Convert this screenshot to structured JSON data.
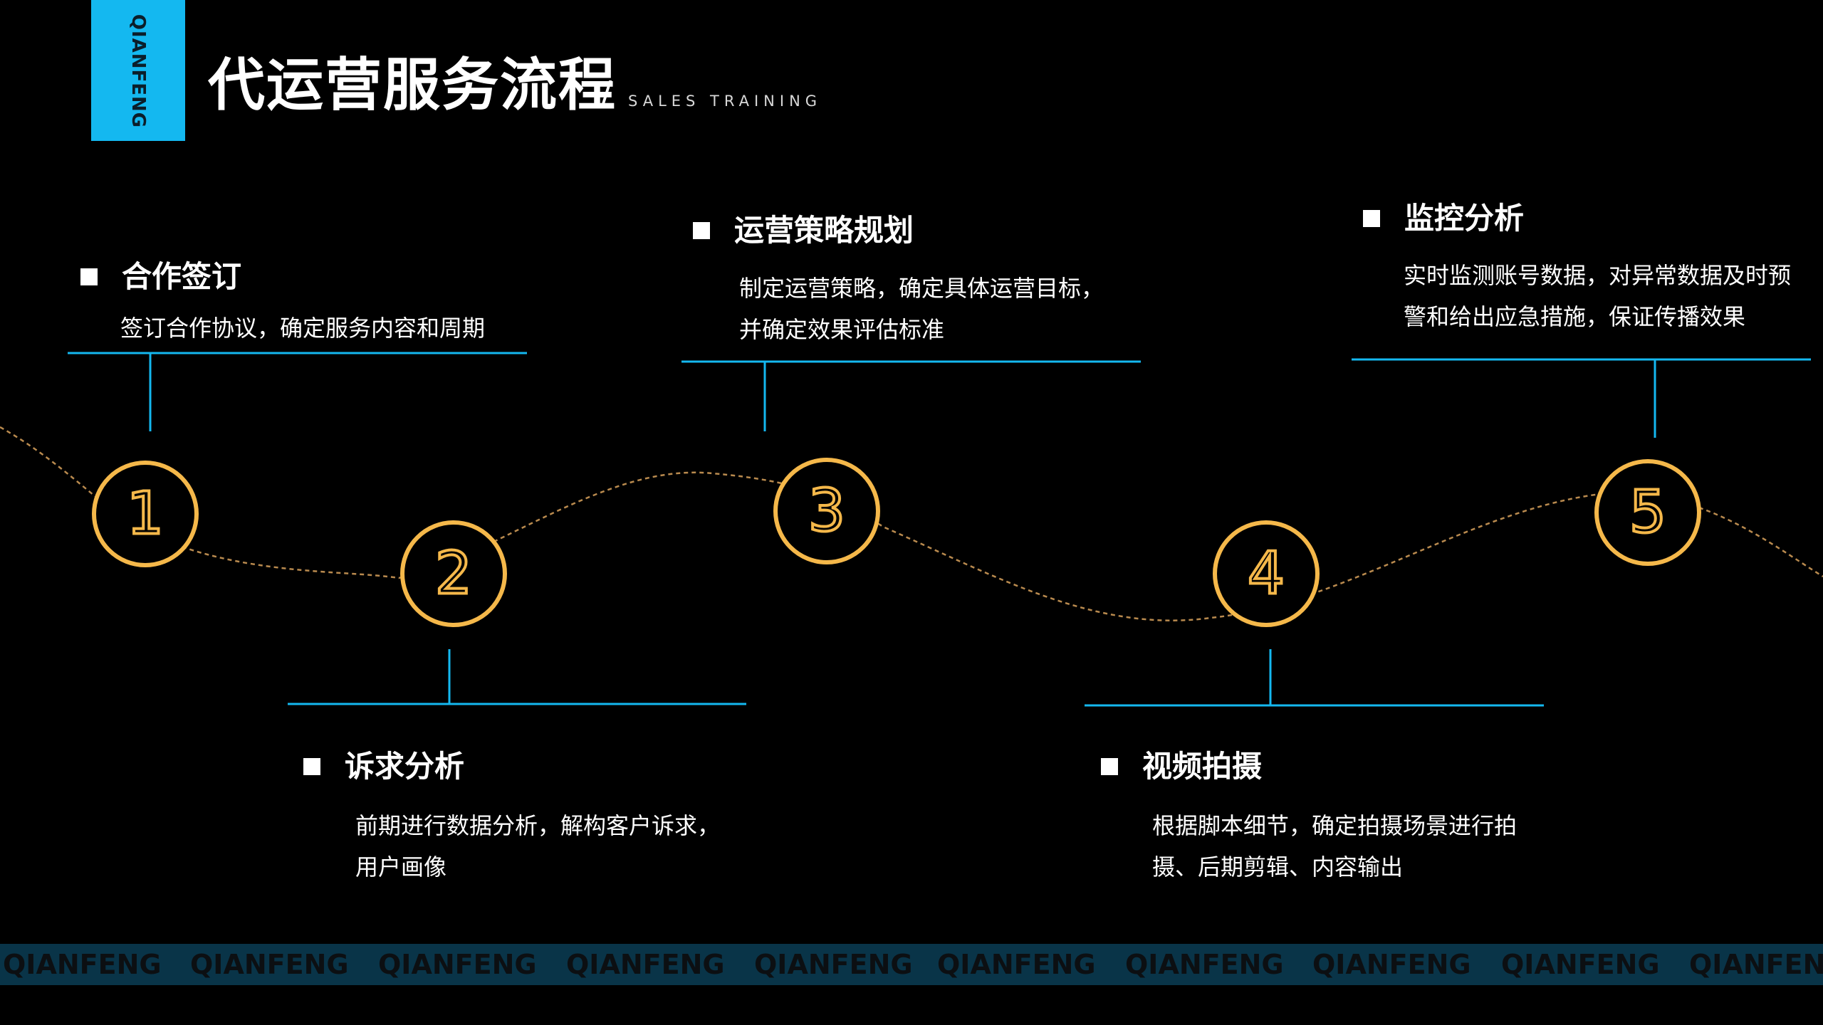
{
  "header": {
    "brand_vertical": "QIANFENG",
    "title": "代运营服务流程",
    "slash": "/",
    "subtitle": "SALES TRAINING"
  },
  "steps": [
    {
      "number": "1",
      "title": "合作签订",
      "desc_lines": [
        "签订合作协议，确定服务内容和周期"
      ]
    },
    {
      "number": "2",
      "title": "诉求分析",
      "desc_lines": [
        "前期进行数据分析，解构客户诉求，",
        "用户画像"
      ]
    },
    {
      "number": "3",
      "title": "运营策略规划",
      "desc_lines": [
        "制定运营策略，确定具体运营目标，",
        "并确定效果评估标准"
      ]
    },
    {
      "number": "4",
      "title": "视频拍摄",
      "desc_lines": [
        "根据脚本细节，确定拍摄场景进行拍",
        "摄、后期剪辑、内容输出"
      ]
    },
    {
      "number": "5",
      "title": "监控分析",
      "desc_lines": [
        "实时监测账号数据，对异常数据及时预",
        "警和给出应急措施，保证传播效果"
      ]
    }
  ],
  "footer": {
    "brand_repeat": [
      "QIANFENG",
      "QIANFENG",
      "QIANFENG",
      "QIANFENG",
      "QIANFENG",
      "QIANFENG",
      "QIANFENG",
      "QIANFENG",
      "QIANFENG",
      "QIANFENG"
    ]
  },
  "colors": {
    "accent_blue": "#14b8f0",
    "circle_gold": "#f5b84a",
    "path_dash": "#b98a4e",
    "footer_band": "#093448",
    "background": "#000000"
  }
}
